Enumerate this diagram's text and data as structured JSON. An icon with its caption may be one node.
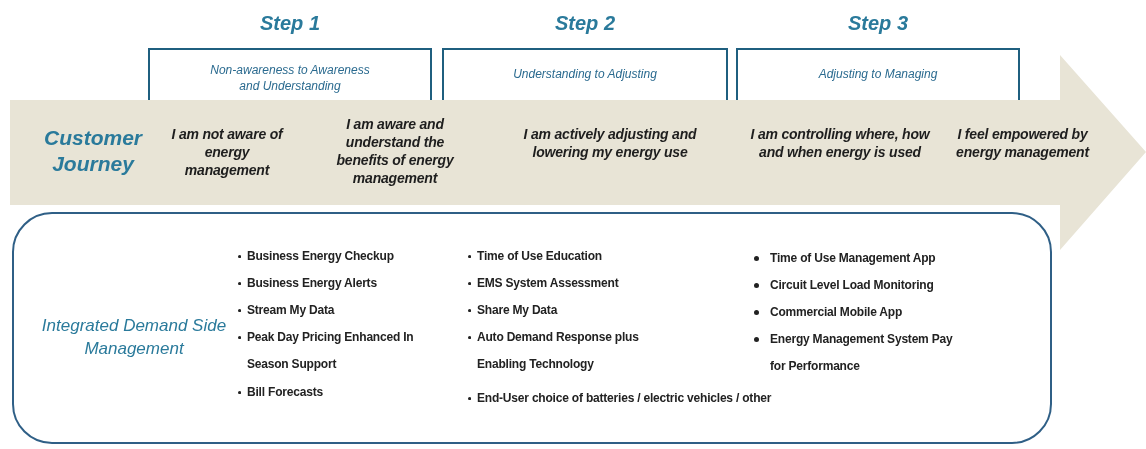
{
  "diagram": {
    "nodes": [
      {
        "text": [
          "Step 1",
          "Non-awareness to Awareness and Understanding"
        ]
      },
      {
        "text": [
          "Step 2",
          "Understanding to Adjusting"
        ]
      },
      {
        "text": [
          "Step 3",
          "Adjusting to Managing"
        ]
      },
      {
        "text": [
          "Customer Journey",
          "I am not aware of energy management",
          "I am aware and understand the benefits of energy management",
          "I am actively adjusting and lowering my energy use",
          "I am controlling where, how and when energy is used",
          "I feel empowered by energy management"
        ]
      },
      {
        "text": [
          "Integrated Demand Side Management",
          "Business Energy Checkup",
          "Business Energy Alerts",
          "Stream My Data",
          "Peak Day Pricing Enhanced In Season Support",
          "Bill Forecasts",
          "Time of Use Education",
          "EMS System Assessment",
          "Share My Data",
          "Auto Demand Response plus Enabling Technology",
          "End-User choice of batteries / electric vehicles / other",
          "Time of Use Management App",
          "Circuit Level Load Monitoring",
          "Commercial Mobile App",
          "Energy Management System Pay for Performance"
        ]
      }
    ]
  }
}
